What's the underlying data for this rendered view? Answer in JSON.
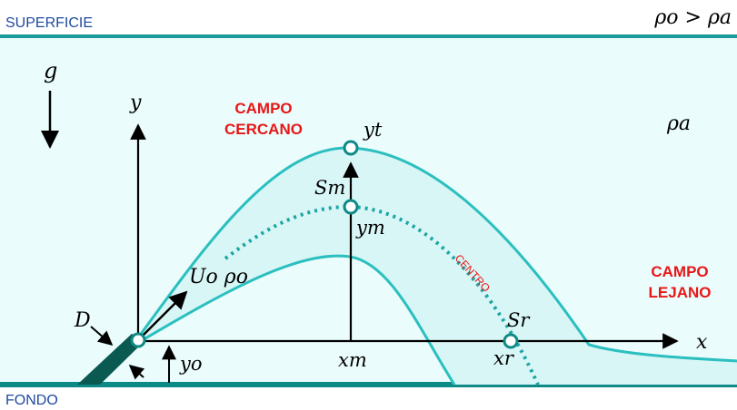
{
  "labels": {
    "surface": "SUPERFICIE",
    "bottom": "FONDO",
    "density_condition": "ρo > ρa",
    "ambient_density": "ρa",
    "gravity": "g",
    "near_field_line1": "CAMPO",
    "near_field_line2": "CERCANO",
    "far_field_line1": "CAMPO",
    "far_field_line2": "LEJANO",
    "centerline": "CENTRO",
    "axis_x": "x",
    "axis_y": "y",
    "diameter": "D",
    "jet_props": "Uo ρo",
    "port_height": "yo",
    "top_height": "yt",
    "max_height_point": "Sm",
    "max_height": "ym",
    "max_height_x": "xm",
    "return_point": "Sr",
    "return_x": "xr"
  },
  "colors": {
    "jet_outline": "#2bbfbf",
    "jet_fill": "#d9f6f6",
    "water_fill": "#eafcfc",
    "boundary": "#1a9a98",
    "nozzle": "#0a5a52",
    "label_red": "#e81616",
    "label_blue": "#1f4aa0",
    "axes": "#000000"
  }
}
